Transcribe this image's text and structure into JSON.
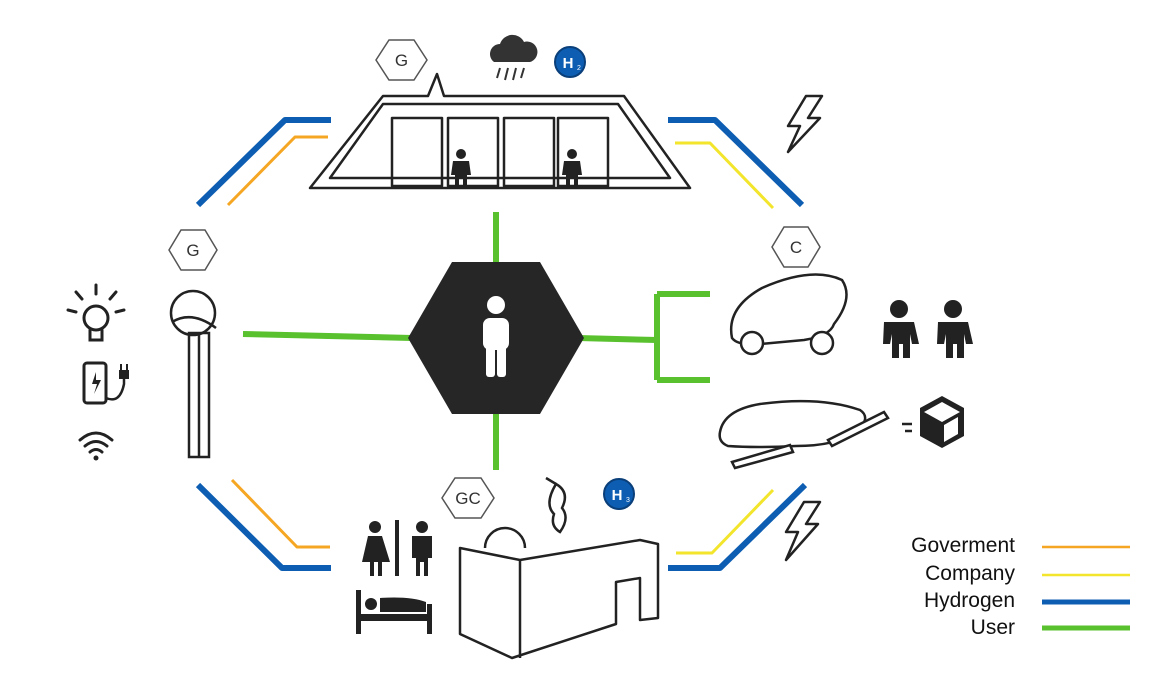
{
  "hexagons": {
    "top": "G",
    "left": "G",
    "right": "C",
    "bottom": "GC"
  },
  "hydrogen_badge": {
    "main": "H",
    "sub_top": "2",
    "sub_bottom": "3"
  },
  "legend": [
    {
      "label": "Goverment",
      "color": "#f5a623"
    },
    {
      "label": "Company",
      "color": "#f2e52b"
    },
    {
      "label": "Hydrogen",
      "color": "#0d5eb3"
    },
    {
      "label": "User",
      "color": "#58c12d"
    }
  ],
  "colors": {
    "government": "#f5a623",
    "company": "#f2e52b",
    "hydrogen": "#0d5eb3",
    "user": "#58c12d",
    "center_hexagon": "#262626",
    "icon": "#222222"
  },
  "icons": [
    "rain-cloud-icon",
    "hydrogen-badge-icon",
    "lightning-icon",
    "person-icon",
    "light-bulb-icon",
    "phone-charging-icon",
    "wifi-icon",
    "restroom-icon",
    "bed-icon",
    "apple-core-icon",
    "package-icon"
  ]
}
